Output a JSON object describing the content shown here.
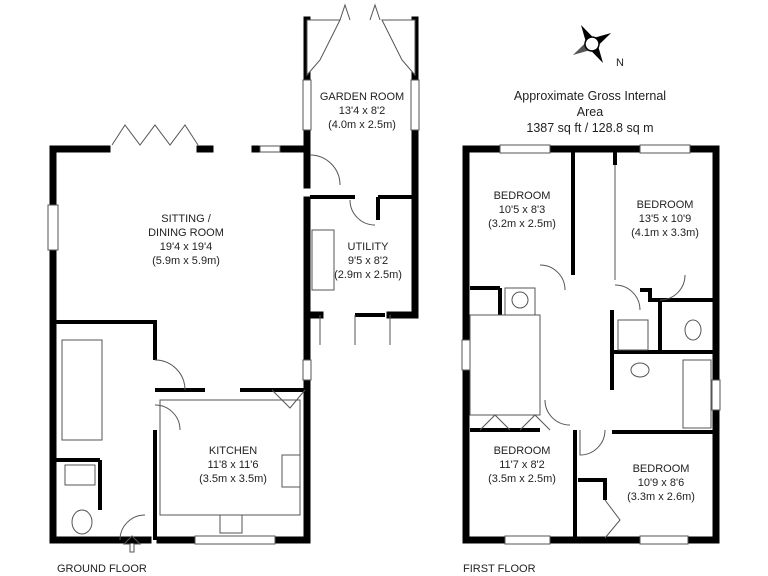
{
  "ground_floor": {
    "label": "GROUND FLOOR",
    "rooms": [
      {
        "name": "GARDEN ROOM",
        "imperial": "13'4 x 8'2",
        "metric": "(4.0m x 2.5m)"
      },
      {
        "name": "SITTING /",
        "name2": "DINING ROOM",
        "imperial": "19'4 x 19'4",
        "metric": "(5.9m x 5.9m)"
      },
      {
        "name": "UTILITY",
        "imperial": "9'5 x 8'2",
        "metric": "(2.9m x 2.5m)"
      },
      {
        "name": "KITCHEN",
        "imperial": "11'8 x 11'6",
        "metric": "(3.5m x 3.5m)"
      }
    ]
  },
  "first_floor": {
    "label": "FIRST FLOOR",
    "rooms": [
      {
        "name": "BEDROOM",
        "imperial": "10'5 x 8'3",
        "metric": "(3.2m x 2.5m)"
      },
      {
        "name": "BEDROOM",
        "imperial": "13'5 x 10'9",
        "metric": "(4.1m x 3.3m)"
      },
      {
        "name": "BEDROOM",
        "imperial": "11'7 x 8'2",
        "metric": "(3.5m x 2.5m)"
      },
      {
        "name": "BEDROOM",
        "imperial": "10'9 x 8'6",
        "metric": "(3.3m x 2.6m)"
      }
    ]
  },
  "area": {
    "title": "Approximate Gross Internal Area",
    "value": "1387 sq ft / 128.8 sq m"
  },
  "compass": {
    "label": "N"
  }
}
